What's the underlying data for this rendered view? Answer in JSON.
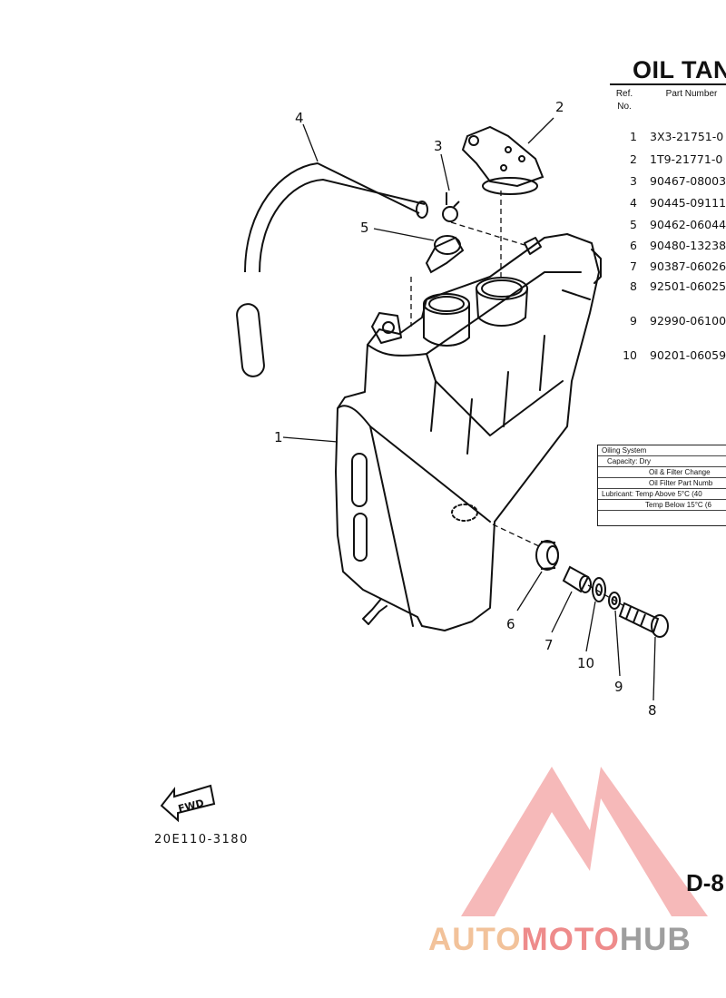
{
  "title": "OIL TAN",
  "table": {
    "ref_header": "Ref. No.",
    "part_header": "Part Number",
    "rows": [
      {
        "ref": "1",
        "part": "3X3-21751-0"
      },
      {
        "ref": "2",
        "part": "1T9-21771-0"
      },
      {
        "ref": "3",
        "part": "90467-08003"
      },
      {
        "ref": "4",
        "part": "90445-09111"
      },
      {
        "ref": "5",
        "part": "90462-06044"
      },
      {
        "ref": "6",
        "part": "90480-13238"
      },
      {
        "ref": "7",
        "part": "90387-06026"
      },
      {
        "ref": "8",
        "part": "92501-06025"
      },
      {
        "ref": "9",
        "part": "92990-06100"
      },
      {
        "ref": "10",
        "part": "90201-06059"
      }
    ]
  },
  "spec_box": {
    "rows": [
      "Oiling System",
      "Capacity: Dry",
      "Oil & Filter Change",
      "Oil Filter Part Numb",
      "Lubricant: Temp Above 5°C (40",
      "Temp Below 15°C (6"
    ]
  },
  "callouts": {
    "n1": "1",
    "n2": "2",
    "n3": "3",
    "n4": "4",
    "n5": "5",
    "n6": "6",
    "n7": "7",
    "n8": "8",
    "n9": "9",
    "n10": "10"
  },
  "fwd_label": "FWD",
  "diagram_code": "20E110-3180",
  "page_label": "D-8",
  "watermark": {
    "part1": "AUTO",
    "part2": "MOTO",
    "part3": "HUB"
  },
  "colors": {
    "watermark_red": "#ee8b8b",
    "watermark_orange": "#f2c29a",
    "watermark_gray": "#9e9e9e"
  }
}
